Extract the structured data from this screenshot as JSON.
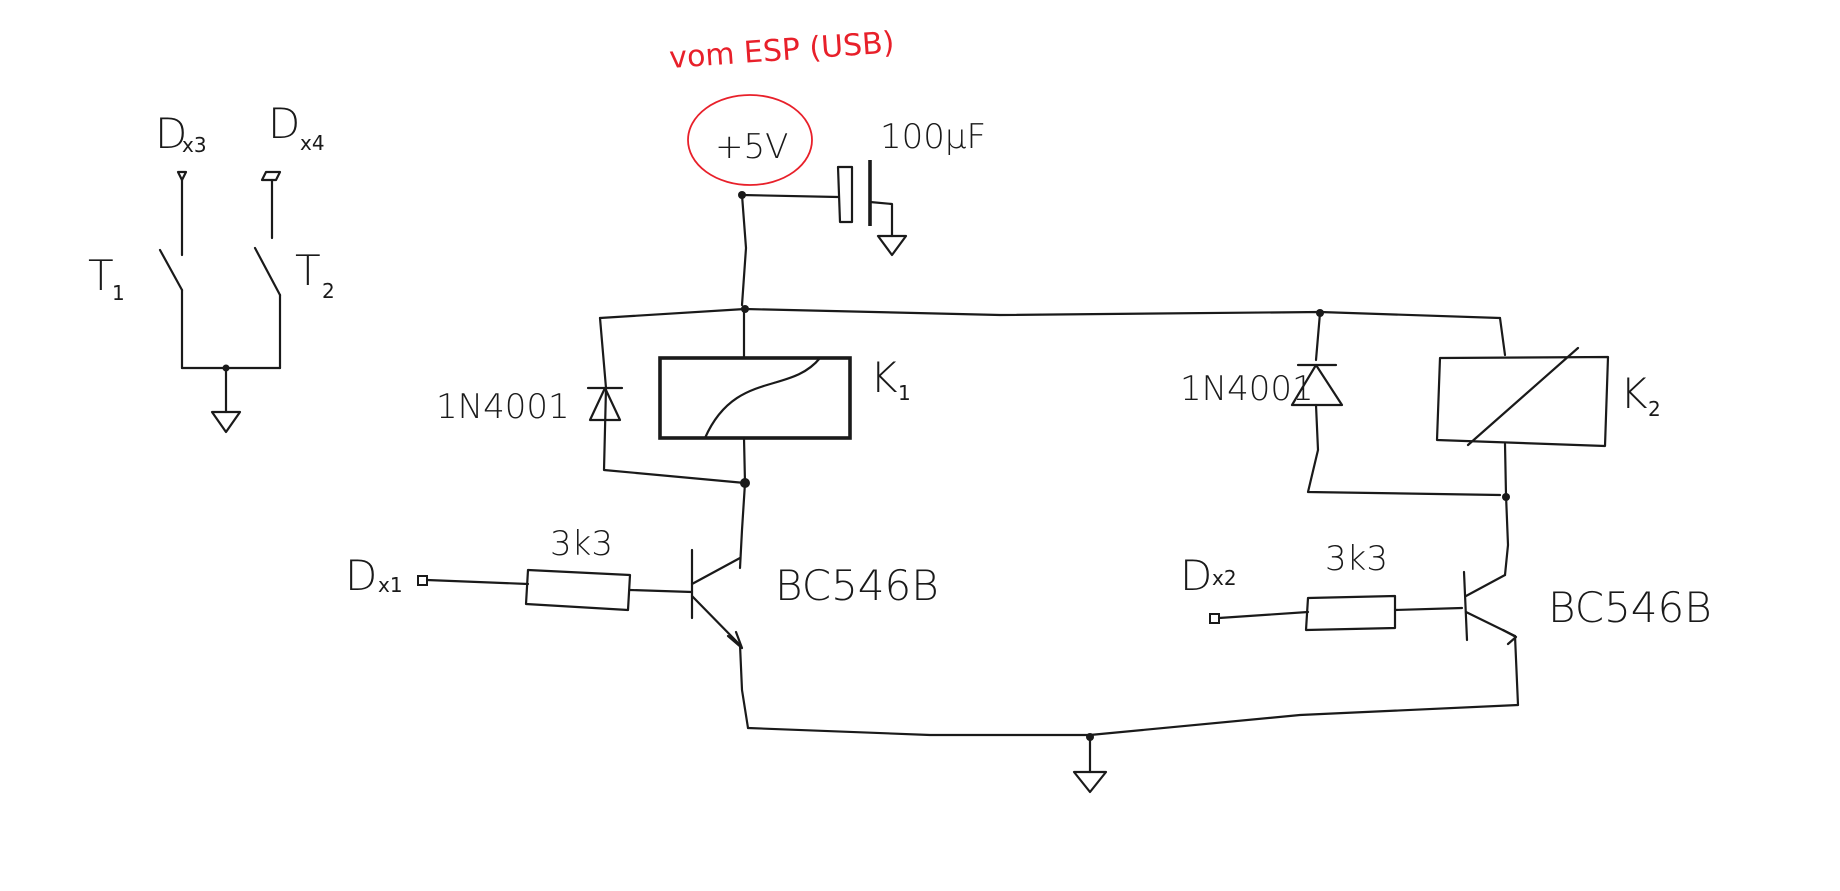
{
  "annotation": {
    "supply_source": "vom ESP (USB)"
  },
  "labels": {
    "supply": "+5V",
    "capacitor": "100µF",
    "diode_1": "1N4001",
    "diode_2": "1N4001",
    "relay_1": "K",
    "relay_1_sub": "1",
    "relay_2": "K",
    "relay_2_sub": "2",
    "resistor_1": "3k3",
    "resistor_2": "3k3",
    "transistor_1": "BC546B",
    "transistor_2": "BC546B",
    "input_1": "D",
    "input_1_sub": "x1",
    "input_2": "D",
    "input_2_sub": "x2",
    "input_3": "D",
    "input_3_sub": "x3",
    "input_4": "D",
    "input_4_sub": "x4",
    "switch_1": "T",
    "switch_1_sub": "1",
    "switch_2": "T",
    "switch_2_sub": "2"
  },
  "colors": {
    "ink": "#1a1a1a",
    "annotation": "#e8202a"
  }
}
